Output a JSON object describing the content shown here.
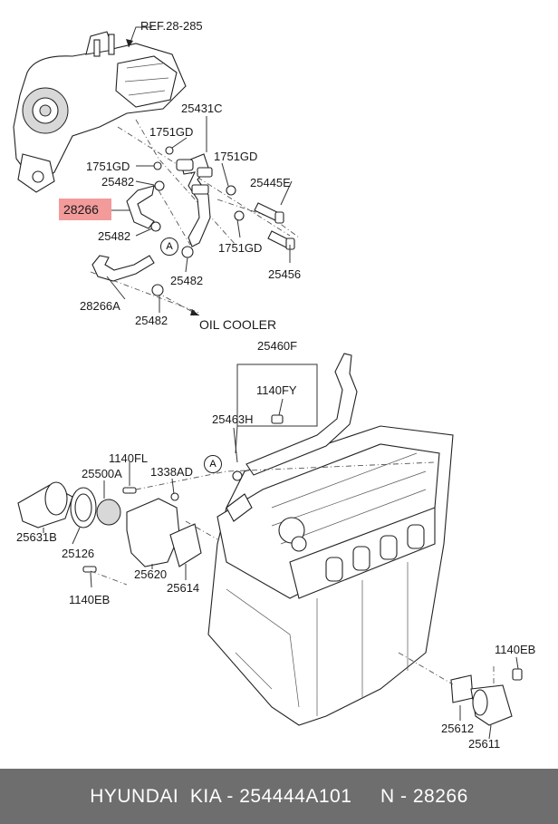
{
  "labels": {
    "ref": "REF.28-285",
    "p25431c": "25431C",
    "p1751gd_a": "1751GD",
    "p1751gd_b": "1751GD",
    "p1751gd_c": "1751GD",
    "p1751gd_d": "1751GD",
    "p25445e": "25445E",
    "p25482_a": "25482",
    "p25482_b": "25482",
    "p25482_c": "25482",
    "p25482_d": "25482",
    "p28266": "28266",
    "p25456": "25456",
    "p28266a": "28266A",
    "oil_cooler": "OIL COOLER",
    "p25460f": "25460F",
    "p1140fy": "1140FY",
    "p25463h": "25463H",
    "p1140fl": "1140FL",
    "p25500a": "25500A",
    "p1338ad": "1338AD",
    "p25631b": "25631B",
    "p25126": "25126",
    "p25620": "25620",
    "p25614": "25614",
    "p1140eb_a": "1140EB",
    "p1140eb_b": "1140EB",
    "p25612": "25612",
    "p25611": "25611",
    "callout_a1": "A",
    "callout_a2": "A"
  },
  "footer": {
    "text": "HYUNDAI  KIA - 254444A101     N - 28266"
  },
  "colors": {
    "highlight": "#f39a9a",
    "footer_bg": "#6e6e6e",
    "footer_text": "#ffffff"
  }
}
